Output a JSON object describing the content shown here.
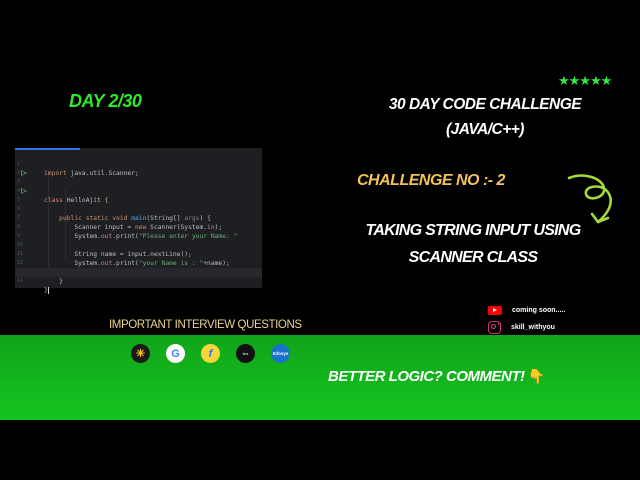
{
  "header": {
    "day_label": "DAY 2/30",
    "rating_stars": "★★★★★",
    "title_line_1": "30 DAY CODE CHALLENGE",
    "title_line_2": "(JAVA/C++)"
  },
  "challenge": {
    "number_label": "CHALLENGE NO :-  2",
    "topic_line_1": "TAKING STRING INPUT USING",
    "topic_line_2": "SCANNER CLASS"
  },
  "code_editor": {
    "language": "java",
    "lines": [
      {
        "n": "1",
        "text": "import java.util.Scanner;"
      },
      {
        "n": "2",
        "text": ""
      },
      {
        "n": "3",
        "text": "class HelloAjit {"
      },
      {
        "n": "4",
        "text": ""
      },
      {
        "n": "5",
        "text": "    public static void main(String[] args) {"
      },
      {
        "n": "6",
        "text": ""
      },
      {
        "n": "7",
        "text": "        Scanner input = new Scanner(System.in);"
      },
      {
        "n": "8",
        "text": "        System.out.print(\"Please enter your Name: \""
      },
      {
        "n": "9",
        "text": ""
      },
      {
        "n": "10",
        "text": "        String name = input.nextLine();"
      },
      {
        "n": "11",
        "text": "        System.out.print(\"your Name is : \"+name);"
      },
      {
        "n": "12",
        "text": ""
      },
      {
        "n": "13",
        "text": "    }"
      },
      {
        "n": "14",
        "text": "}"
      }
    ]
  },
  "socials": {
    "youtube_label": "coming soon.....",
    "instagram_label": "skill_withyou"
  },
  "interview": {
    "label": "IMPORTANT INTERVIEW QUESTIONS",
    "companies": [
      {
        "name": "Walmart",
        "glyph": "✳"
      },
      {
        "name": "Google",
        "glyph": "G"
      },
      {
        "name": "Flipkart",
        "glyph": "f"
      },
      {
        "name": "TCS",
        "glyph": "tcs"
      },
      {
        "name": "Infosys",
        "glyph": "Infosys"
      }
    ]
  },
  "cta": {
    "text": "BETTER LOGIC? COMMENT!",
    "emoji": "👇"
  },
  "colors": {
    "day_green": "#2ee82a",
    "challenge_gold": "#f1c358",
    "band_green": "#14c41f",
    "arrow_lime": "#a6d93a",
    "interview_label": "#e9d58f"
  }
}
